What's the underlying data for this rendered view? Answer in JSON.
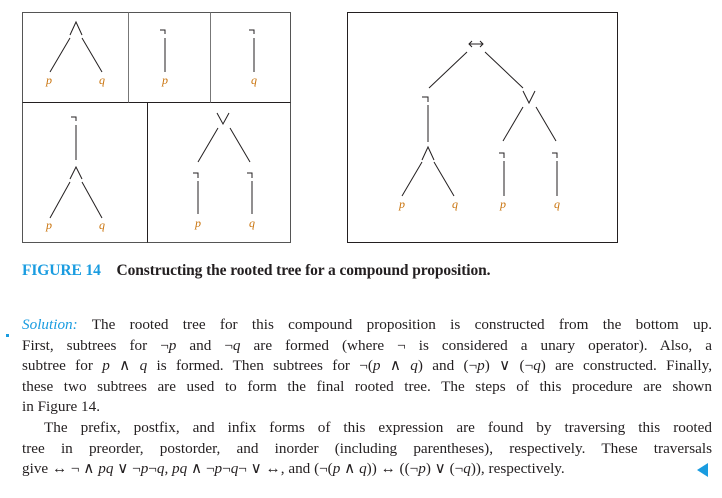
{
  "figure": {
    "label": "FIGURE 14",
    "title": "Constructing the rooted tree for a compound proposition.",
    "colors": {
      "accent": "#1a9ce0",
      "variable": "#c9730c",
      "line": "#231f20"
    },
    "panels": [
      {
        "id": "p-and-q",
        "nodes": [
          {
            "sym": "∧"
          },
          {
            "sym": "p"
          },
          {
            "sym": "q"
          }
        ]
      },
      {
        "id": "not-p",
        "nodes": [
          {
            "sym": "¬"
          },
          {
            "sym": "p"
          }
        ]
      },
      {
        "id": "not-q",
        "nodes": [
          {
            "sym": "¬"
          },
          {
            "sym": "q"
          }
        ]
      },
      {
        "id": "not-p-and-q",
        "nodes": [
          {
            "sym": "¬"
          },
          {
            "sym": "∧"
          },
          {
            "sym": "p"
          },
          {
            "sym": "q"
          }
        ]
      },
      {
        "id": "not-p-or-not-q",
        "nodes": [
          {
            "sym": "∨"
          },
          {
            "sym": "¬"
          },
          {
            "sym": "¬"
          },
          {
            "sym": "p"
          },
          {
            "sym": "q"
          }
        ]
      },
      {
        "id": "final",
        "nodes": [
          {
            "sym": "↔"
          },
          {
            "sym": "¬"
          },
          {
            "sym": "∨"
          },
          {
            "sym": "∧"
          },
          {
            "sym": "¬"
          },
          {
            "sym": "¬"
          },
          {
            "sym": "p"
          },
          {
            "sym": "q"
          },
          {
            "sym": "p"
          },
          {
            "sym": "q"
          }
        ]
      }
    ]
  },
  "text": {
    "solution_label": "Solution:",
    "lines": [
      " The rooted tree for this compound proposition is constructed from the bottom up.",
      "First, subtrees for ¬p and ¬q are formed (where ¬ is considered a unary operator). Also, a",
      "subtree for p ∧ q is formed. Then subtrees for ¬(p ∧ q) and (¬p) ∨ (¬q) are constructed. Finally,",
      "these two subtrees are used to form the final rooted tree. The steps of this procedure are shown",
      "in Figure 14.",
      "The prefix, postfix, and infix forms of this expression are found by traversing this rooted",
      "tree in preorder, postorder, and inorder (including parentheses), respectively. These traversals",
      "give ↔ ¬ ∧ pq ∨ ¬p¬q, pq ∧ ¬p¬q¬ ∨ ↔, and (¬(p ∧ q)) ↔ ((¬p) ∨ (¬q)), respectively."
    ],
    "segments": {
      "l2a": "First, subtrees for ¬",
      "l2b": "p",
      "l2c": " and ¬",
      "l2d": "q",
      "l2e": " are formed (where ¬ is considered a unary operator). Also, a",
      "l3a": "subtree for ",
      "l3b": "p",
      "l3c": " ∧ ",
      "l3d": "q",
      "l3e": " is formed. Then subtrees for ¬(",
      "l3f": "p",
      "l3g": " ∧ ",
      "l3h": "q",
      "l3i": ") and (¬",
      "l3j": "p",
      "l3k": ") ∨ (¬",
      "l3l": "q",
      "l3m": ") are constructed. Finally,",
      "l8a": "give ↔ ¬ ∧ ",
      "l8b": "pq",
      "l8c": " ∨ ¬",
      "l8d": "p",
      "l8e": "¬",
      "l8f": "q, pq",
      "l8g": " ∧ ¬",
      "l8h": "p",
      "l8i": "¬",
      "l8j": "q",
      "l8k": "¬ ∨ ↔, and (¬(",
      "l8l": "p",
      "l8m": " ∧ ",
      "l8n": "q",
      "l8o": ")) ↔ ((¬",
      "l8p": "p",
      "l8q": ") ∨ (¬",
      "l8r": "q",
      "l8s": ")), respectively."
    }
  }
}
